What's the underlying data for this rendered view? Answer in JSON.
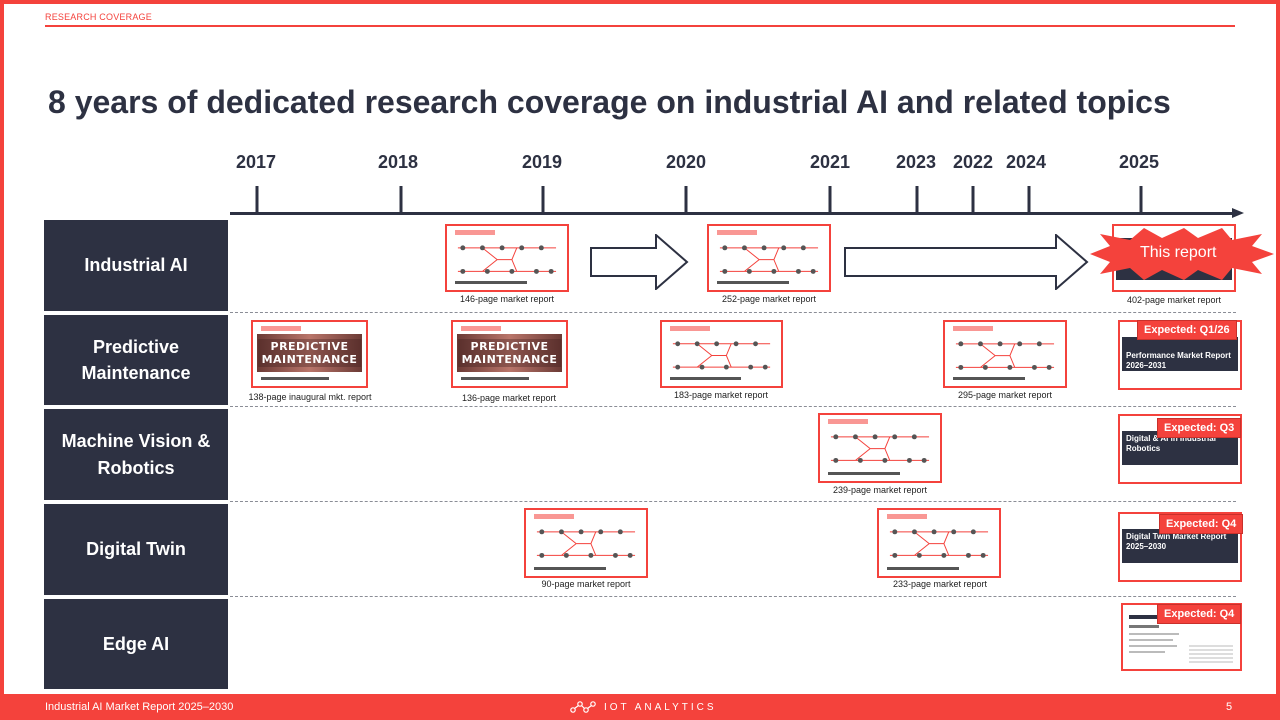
{
  "header": {
    "section": "RESEARCH COVERAGE",
    "title": "8 years of dedicated research coverage on industrial AI and related topics"
  },
  "timeline": {
    "years": [
      "2017",
      "2018",
      "2019",
      "2020",
      "2021",
      "2023",
      "2022",
      "2024",
      "2025"
    ]
  },
  "rows": [
    {
      "label": "Industrial AI"
    },
    {
      "label": "Predictive Maintenance"
    },
    {
      "label": "Machine Vision & Robotics"
    },
    {
      "label": "Digital Twin"
    },
    {
      "label": "Edge AI"
    }
  ],
  "reports": {
    "ai_2019": "146-page market report",
    "ai_2020": "252-page market report",
    "ai_2025": "402-page market report",
    "pm_2017": "138-page inaugural mkt. report",
    "pm_2019": "136-page market report",
    "pm_2020": "183-page market report",
    "pm_2024": "295-page market report",
    "mv_2021": "239-page market report",
    "dt_2019": "90-page market report",
    "dt_2023": "233-page market report"
  },
  "badges": {
    "this_report": "This report",
    "pm_expected": "Expected: Q1/26",
    "mv_expected": "Expected: Q3",
    "dt_expected": "Expected: Q4",
    "edge_expected": "Expected: Q4",
    "pm_thumb_text": "PREDICTIVE MAINTENANCE",
    "pm_card_text": "Performance Market Report 2026–2031",
    "mv_card_text": "Digital & AI in Industrial Robotics",
    "dt_card_text": "Digital Twin Market Report 2025–2030"
  },
  "footer": {
    "report_name": "Industrial AI Market Report 2025–2030",
    "brand": "IOT ANALYTICS",
    "page": "5"
  },
  "colors": {
    "accent": "#f4423c",
    "dark": "#2d3142"
  }
}
